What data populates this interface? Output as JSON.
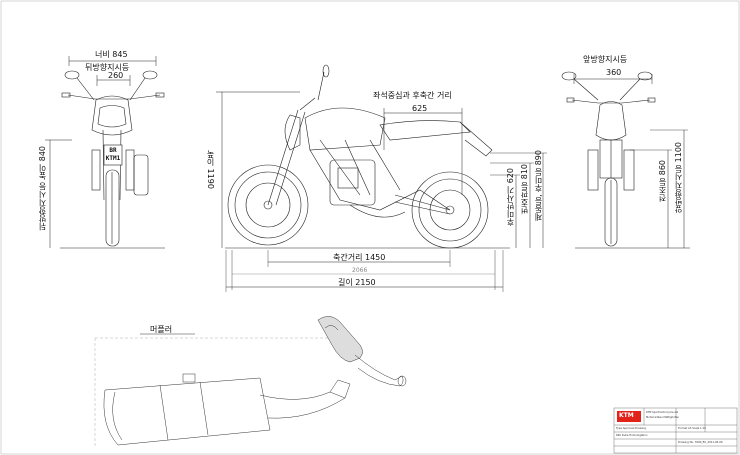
{
  "front_view": {
    "width_label": "너비 845",
    "mirror_label": "뒤방향지시등",
    "mirror_width": "260",
    "height_label": "뒤방향지시등 높이 840",
    "plate_line1": "BR",
    "plate_line2": "KTM1"
  },
  "side_view": {
    "seat_axle_label": "좌석중심과 후축간 거리",
    "seat_axle_value": "625",
    "height_label": "높이 1190",
    "wheelbase_label": "축간거리 1450",
    "inner_length": "2066",
    "length_label": "길이 2150",
    "right_dims": [
      "후미반사기 620",
      "번호판등 810",
      "제동등, 후미등 890"
    ]
  },
  "rear_view": {
    "turn_label": "앞방향지시등",
    "turn_width": "360",
    "headlamp_label": "전조등 860",
    "turn_height_label": "앞방향지시등 1100"
  },
  "muffler": {
    "label": "머플러"
  },
  "title_block": {
    "brand": "KTM",
    "rows": [
      "KTM Sportmotorcycle AG",
      "Motorradbau Mattighofen",
      "Type Approval Drawing",
      "690 Duke Homologation",
      "Format A3  Scale 1:10",
      "Drawing No. 7690_EU_2011-05-09"
    ]
  },
  "colors": {
    "line": "#222222",
    "thin": "#555555",
    "brand": "#e2231a"
  }
}
